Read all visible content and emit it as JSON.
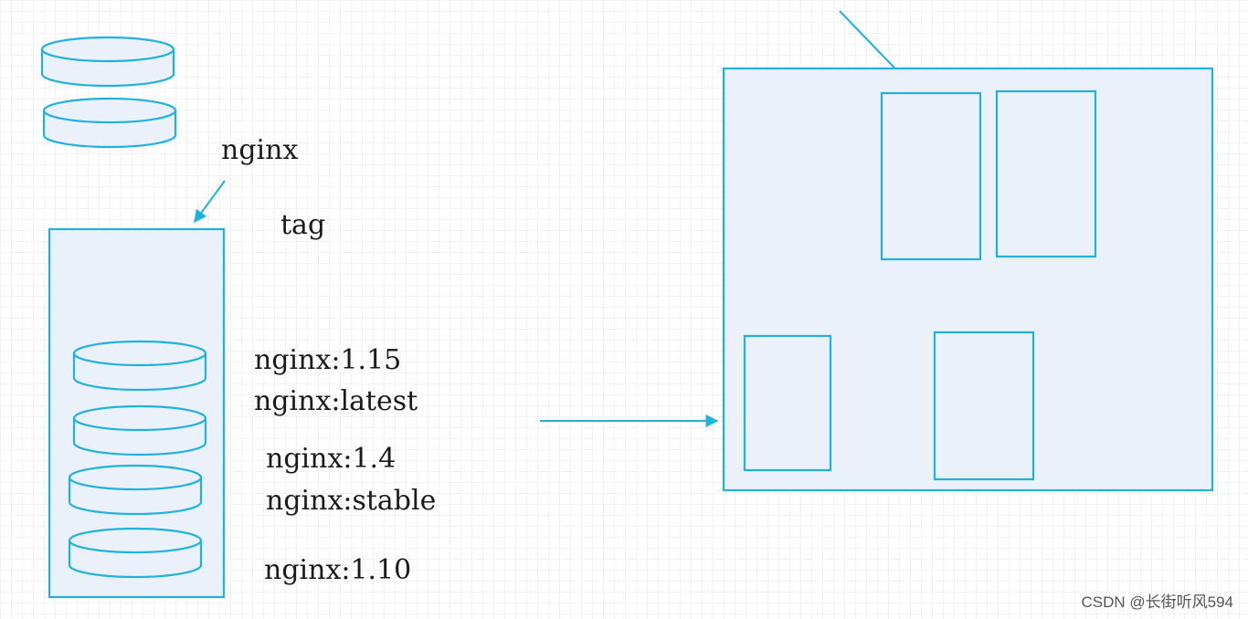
{
  "labels": {
    "repository": "nginx",
    "tag": "tag",
    "tags": [
      "nginx:1.15",
      "nginx:latest",
      "nginx:1.4",
      "nginx:stable",
      "nginx:1.10"
    ]
  },
  "watermark": "CSDN @长街听风594",
  "colors": {
    "stroke": "#1fb2dd",
    "fill": "#eaf1fa"
  }
}
